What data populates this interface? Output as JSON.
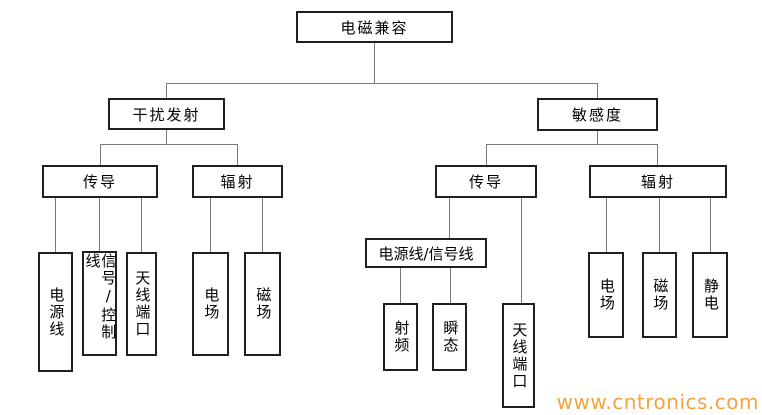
{
  "tree": {
    "label": "电磁兼容",
    "children": [
      {
        "label": "干扰发射",
        "children": [
          {
            "label": "传导",
            "children": [
              {
                "label": "电源线"
              },
              {
                "label": "信号/控制线"
              },
              {
                "label": "天线端口"
              }
            ]
          },
          {
            "label": "辐射",
            "children": [
              {
                "label": "电场"
              },
              {
                "label": "磁场"
              }
            ]
          }
        ]
      },
      {
        "label": "敏感度",
        "children": [
          {
            "label": "传导",
            "children": [
              {
                "label": "电源线/信号线",
                "children": [
                  {
                    "label": "射频"
                  },
                  {
                    "label": "瞬态"
                  }
                ]
              },
              {
                "label": "天线端口"
              }
            ]
          },
          {
            "label": "辐射",
            "children": [
              {
                "label": "电场"
              },
              {
                "label": "磁场"
              },
              {
                "label": "静电"
              }
            ]
          }
        ]
      }
    ]
  },
  "watermark": {
    "text": "www.cntronics.com"
  },
  "colors": {
    "watermark": "#F2A43F",
    "box_border": "#1f1f1f",
    "connector": "#7a7a7a",
    "background": "#ffffff"
  }
}
